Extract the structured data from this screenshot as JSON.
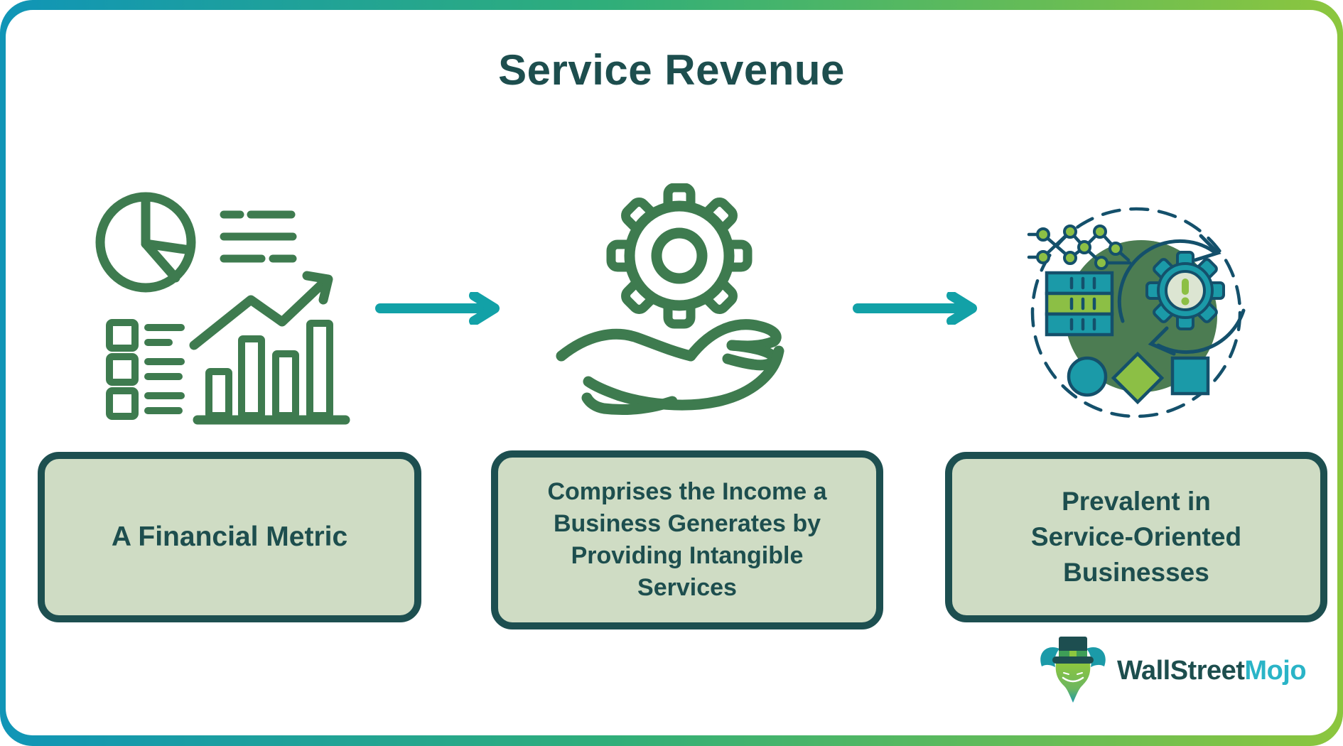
{
  "page": {
    "title": "Service Revenue"
  },
  "steps": [
    {
      "name": "financial-metric",
      "icon": "analytics-dashboard-icon",
      "label": "A Financial Metric"
    },
    {
      "name": "income-from-intangible-services",
      "icon": "hand-holding-gear-icon",
      "label": "Comprises the Income a\nBusiness Generates by\nProviding Intangible\nServices"
    },
    {
      "name": "service-oriented-businesses",
      "icon": "business-process-cycle-icon",
      "label": "Prevalent in\nService-Oriented\nBusinesses"
    }
  ],
  "connectors": [
    {
      "icon": "arrow-right-icon"
    },
    {
      "icon": "arrow-right-icon"
    }
  ],
  "logo": {
    "icon": "wallstreetmojo-bull-icon",
    "text_primary": "WallStreet",
    "text_accent": "Mojo"
  },
  "colors": {
    "frame_gradient_left": "#1095b7",
    "frame_gradient_mid": "#2fae7a",
    "frame_gradient_right": "#8cc63e",
    "title_text": "#1d4e4e",
    "box_fill": "#cfdcc4",
    "box_border": "#1d4f50",
    "box_text": "#1d4e4e",
    "icon_outline_green": "#3e7b4f",
    "arrow_teal": "#12a1a7",
    "accent_navy": "#14506b",
    "accent_teal": "#1b9aa8",
    "accent_lime": "#8cbf45",
    "accent_dark_green": "#4c7c52",
    "accent_sage": "#dce5d2",
    "logo_primary": "#1d4e4e",
    "logo_accent": "#2ab4c7"
  }
}
